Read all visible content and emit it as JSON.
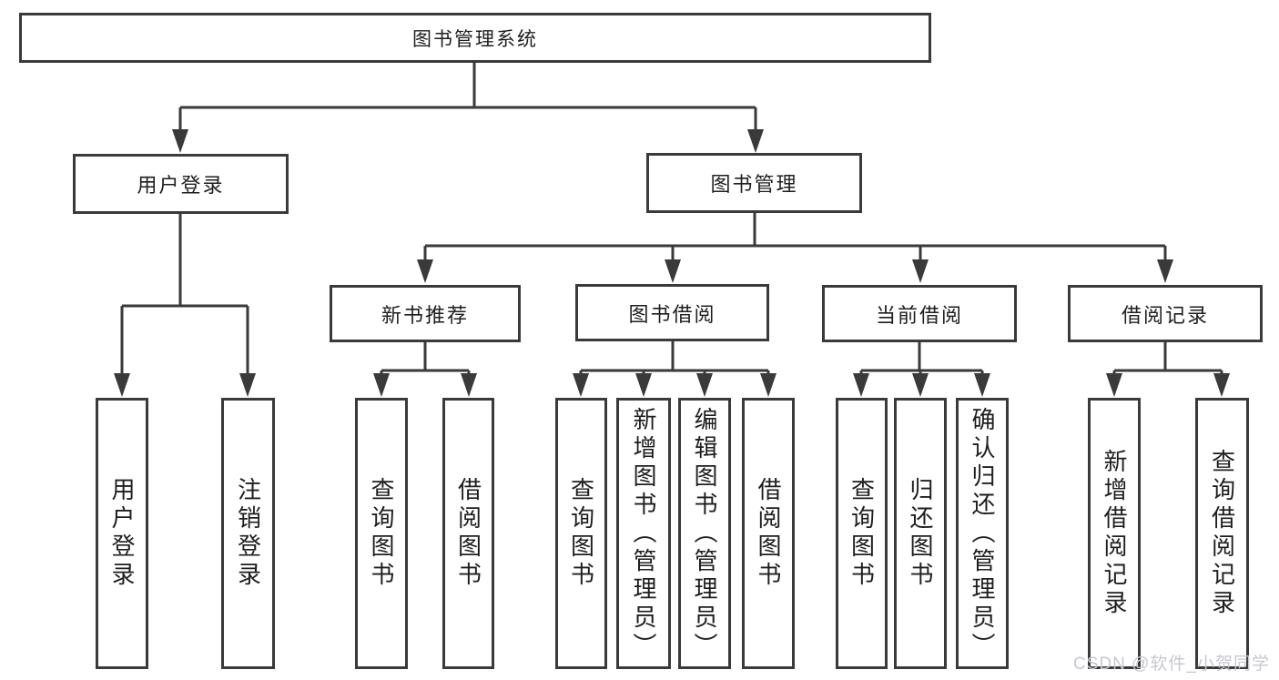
{
  "tree": {
    "root": {
      "label": "图书管理系统"
    },
    "user_login": {
      "label": "用户登录",
      "children": [
        {
          "label": "用户登录"
        },
        {
          "label": "注销登录"
        }
      ]
    },
    "book_management": {
      "label": "图书管理",
      "children": [
        {
          "label": "新书推荐",
          "children": [
            {
              "label": "查询图书"
            },
            {
              "label": "借阅图书"
            }
          ]
        },
        {
          "label": "图书借阅",
          "children": [
            {
              "label": "查询图书"
            },
            {
              "label": "新增图书（管理员）"
            },
            {
              "label": "编辑图书（管理员）"
            },
            {
              "label": "借阅图书"
            }
          ]
        },
        {
          "label": "当前借阅",
          "children": [
            {
              "label": "查询图书"
            },
            {
              "label": "归还图书"
            },
            {
              "label": "确认归还（管理员）"
            }
          ]
        },
        {
          "label": "借阅记录",
          "children": [
            {
              "label": "新增借阅记录"
            },
            {
              "label": "查询借阅记录"
            }
          ]
        }
      ]
    }
  },
  "watermark": {
    "text": "CSDN @软件_小贺同学"
  },
  "colors": {
    "line": "#3a3a3a",
    "text": "#1e1e1e",
    "watermark": "#c7c7d0",
    "background": "#ffffff"
  }
}
